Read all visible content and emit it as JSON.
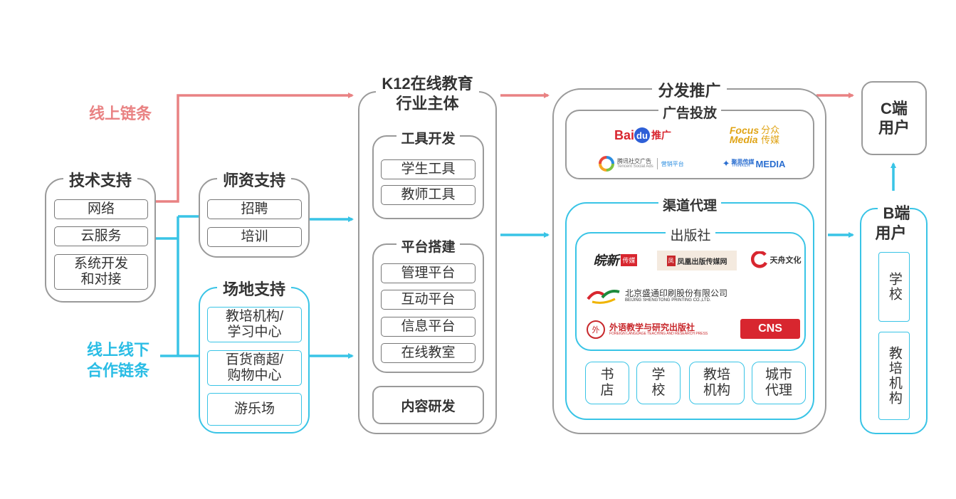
{
  "labels": {
    "online_chain": "线上链条",
    "online_offline_line1": "线上线下",
    "online_offline_line2": "合作链条"
  },
  "tech_support": {
    "title": "技术支持",
    "items": [
      "网络",
      "云服务",
      "系统开发\n和对接"
    ]
  },
  "teacher_support": {
    "title": "师资支持",
    "items": [
      "招聘",
      "培训"
    ]
  },
  "venue_support": {
    "title": "场地支持",
    "items": [
      "教培机构/\n学习中心",
      "百货商超/\n购物中心",
      "游乐场"
    ]
  },
  "k12": {
    "title_line1": "K12在线教育",
    "title_line2": "行业主体",
    "tool_dev": {
      "title": "工具开发",
      "items": [
        "学生工具",
        "教师工具"
      ]
    },
    "platform": {
      "title": "平台搭建",
      "items": [
        "管理平台",
        "互动平台",
        "信息平台",
        "在线教室"
      ]
    },
    "content": "内容研发"
  },
  "distribution": {
    "title": "分发推广",
    "ads": {
      "title": "广告投放",
      "logos": {
        "baidu_a": "Bai",
        "baidu_b": "du",
        "baidu_c": "推广",
        "focus_a": "Focus",
        "focus_b": "Media",
        "focus_c": "分众",
        "focus_d": "传媒",
        "tencent_a": "腾讯社交广告",
        "tencent_b": "Tencent Social Ads",
        "tencent_c": "营销平台",
        "thinker_a": "聚思传媒",
        "thinker_b": "THINKER",
        "thinker_c": "MEDIA"
      }
    },
    "channel": {
      "title": "渠道代理",
      "publisher": {
        "title": "出版社",
        "logos": {
          "p1_a": "皖新",
          "p1_b": "传媒",
          "p2": "凤凰出版传媒网",
          "p3": "天舟文化",
          "p4_a": "北京盛通印刷股份有限公司",
          "p4_b": "BEIJING SHENGTONG PRINTING CO.,LTD.",
          "p5_a": "外语教学与研究出版社",
          "p5_b": "FOREIGN LANGUAGE TEACHING AND RESEARCH PRESS",
          "p6": "CNS"
        }
      },
      "items": [
        "书\n店",
        "学\n校",
        "教培\n机构",
        "城市\n代理"
      ]
    }
  },
  "c_user": "C端\n用户",
  "b_user": {
    "title": "B端\n用户",
    "items": [
      "学校",
      "教培机构"
    ]
  },
  "colors": {
    "red": "#e98283",
    "blue": "#39c4e6",
    "gray": "#9a9a9a"
  }
}
